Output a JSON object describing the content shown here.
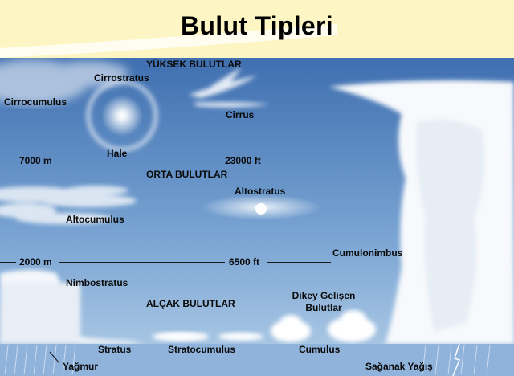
{
  "title": "Bulut Tipleri",
  "levels": {
    "high": "YÜKSEK BULUTLAR",
    "middle": "ORTA BULUTLAR",
    "low": "ALÇAK BULUTLAR"
  },
  "altitudes": {
    "upper_m": "7000 m",
    "upper_ft": "23000 ft",
    "lower_m": "2000 m",
    "lower_ft": "6500 ft"
  },
  "clouds": {
    "cirrocumulus": "Cirrocumulus",
    "cirrostratus": "Cirrostratus",
    "cirrus": "Cirrus",
    "halo": "Hale",
    "altostratus": "Altostratus",
    "altocumulus": "Altocumulus",
    "cumulonimbus": "Cumulonimbus",
    "nimbostratus": "Nimbostratus",
    "vertical_line1": "Dikey Gelişen",
    "vertical_line2": "Bulutlar",
    "stratus": "Stratus",
    "stratocumulus": "Stratocumulus",
    "cumulus": "Cumulus"
  },
  "precipitation": {
    "rain": "Yağmur",
    "shower": "Sağanak Yağış"
  },
  "colors": {
    "header_bg": "#fdf6c4",
    "sky_top": "#3f6fb0",
    "sky_bottom": "#b4cfe8",
    "cloud": "#ffffff",
    "line": "#1a1a1a"
  }
}
